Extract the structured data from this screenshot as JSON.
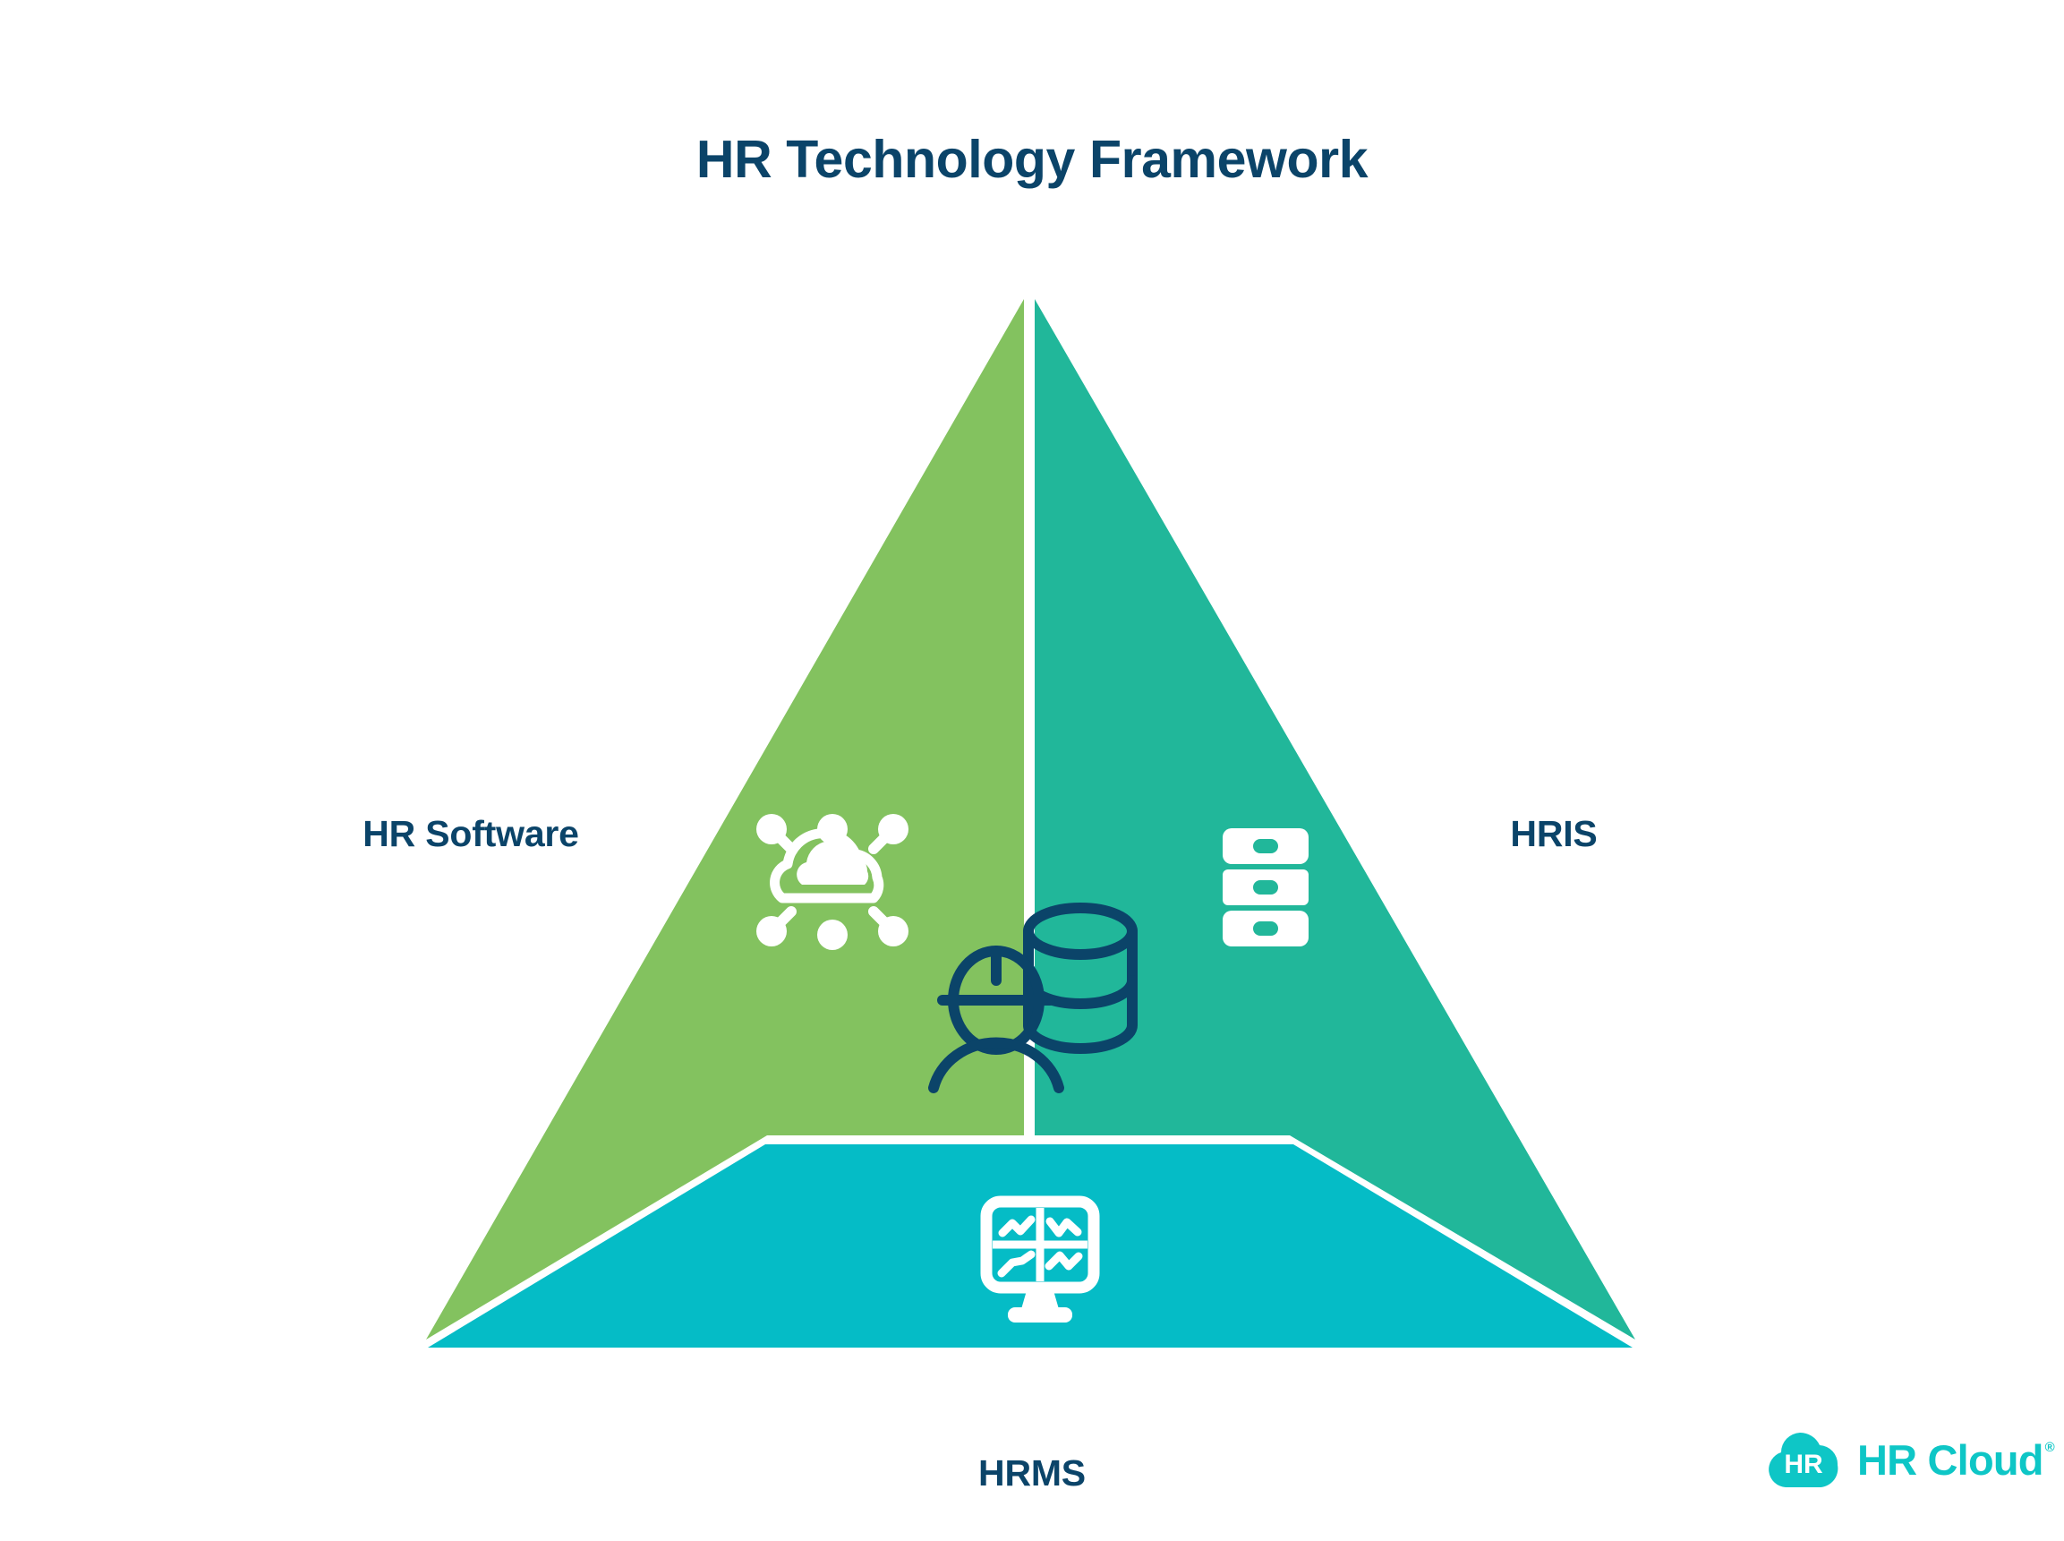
{
  "page": {
    "background_color": "#ffffff",
    "title": "HR Technology Framework"
  },
  "colors": {
    "navy": "#0b4469",
    "green": "#83c25f",
    "teal": "#21b79a",
    "cyan": "#05bcc6",
    "logo_teal": "#0ec6c6",
    "white": "#ffffff"
  },
  "diagram": {
    "type": "triangle-framework",
    "title": "HR Technology Framework",
    "sides": [
      {
        "id": "left",
        "label": "HR Software",
        "color": "#83c25f",
        "icon": "cloud-network-icon",
        "icon_color": "#ffffff"
      },
      {
        "id": "right",
        "label": "HRIS",
        "color": "#21b79a",
        "icon": "server-rack-icon",
        "icon_color": "#ffffff"
      },
      {
        "id": "bottom",
        "label": "HRMS",
        "color": "#05bcc6",
        "icon": "dashboard-monitor-icon",
        "icon_color": "#ffffff"
      }
    ],
    "center": {
      "icon": "person-database-icon",
      "icon_color": "#0b4469"
    }
  },
  "logo": {
    "mark_text": "HR",
    "wordmark": "HR Cloud",
    "trademark": "®",
    "mark_shape": "cloud-icon",
    "color": "#0ec6c6"
  }
}
